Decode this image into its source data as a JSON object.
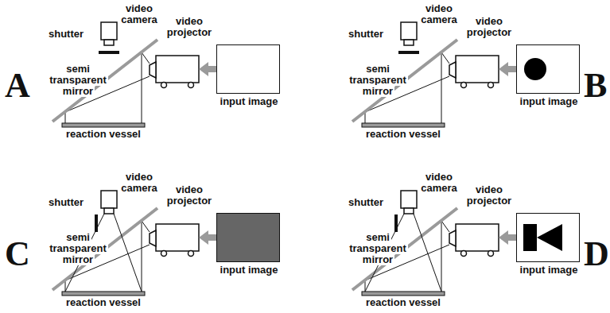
{
  "diagram": {
    "nodes": [
      {
        "text": [
          "video projector"
        ]
      },
      {
        "text": [
          "input image"
        ]
      },
      {
        "text": [
          "video projector"
        ]
      },
      {
        "text": [
          "input image"
        ]
      },
      {
        "text": [
          "video projector"
        ]
      },
      {
        "text": [
          "input image"
        ]
      },
      {
        "text": [
          "video projector"
        ]
      },
      {
        "text": [
          "input image"
        ]
      }
    ],
    "edges": [
      {
        "from": 1,
        "to": 0,
        "arrow": "to"
      },
      {
        "from": 3,
        "to": 2,
        "arrow": "to"
      },
      {
        "from": 5,
        "to": 4,
        "arrow": "to"
      },
      {
        "from": 7,
        "to": 6,
        "arrow": "to"
      }
    ],
    "labels": [
      "video camera",
      "shutter",
      "semi transparent mirror",
      "reaction vessel",
      "A",
      "video camera",
      "shutter",
      "semi transparent mirror",
      "reaction vessel",
      "B",
      "video camera",
      "shutter",
      "semi transparent mirror",
      "reaction vessel",
      "C",
      "video camera",
      "shutter",
      "semi transparent mirror",
      "reaction vessel",
      "D"
    ]
  }
}
